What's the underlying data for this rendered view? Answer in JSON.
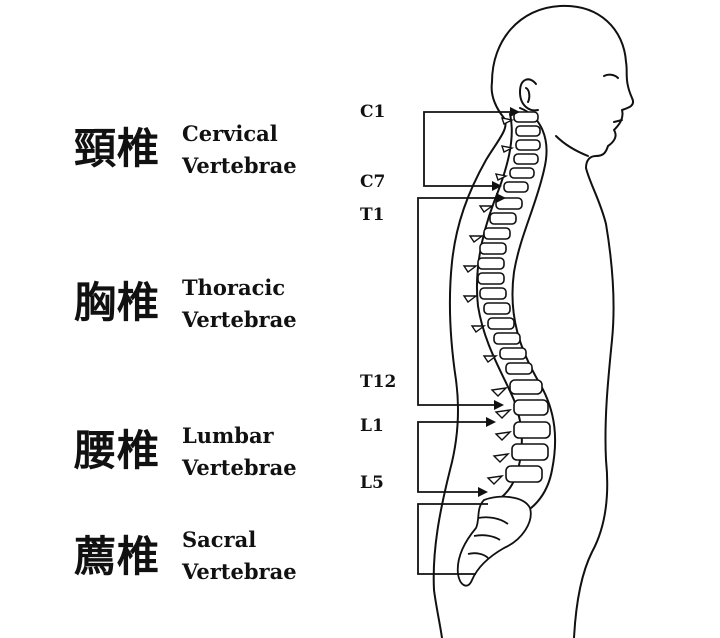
{
  "regions": [
    {
      "cjk": "頸椎",
      "english_line1": "Cervical",
      "english_line2": "Vertebrae"
    },
    {
      "cjk": "胸椎",
      "english_line1": "Thoracic",
      "english_line2": "Vertebrae"
    },
    {
      "cjk": "腰椎",
      "english_line1": "Lumbar",
      "english_line2": "Vertebrae"
    },
    {
      "cjk": "薦椎",
      "english_line1": "Sacral",
      "english_line2": "Vertebrae"
    }
  ],
  "vertebra_labels": {
    "c1": "C1",
    "c7": "C7",
    "t1": "T1",
    "t12": "T12",
    "l1": "L1",
    "l5": "L5"
  },
  "illustration": {
    "subject": "spine-figure",
    "stroke_color": "#111111",
    "fill_color": "#ffffff"
  }
}
